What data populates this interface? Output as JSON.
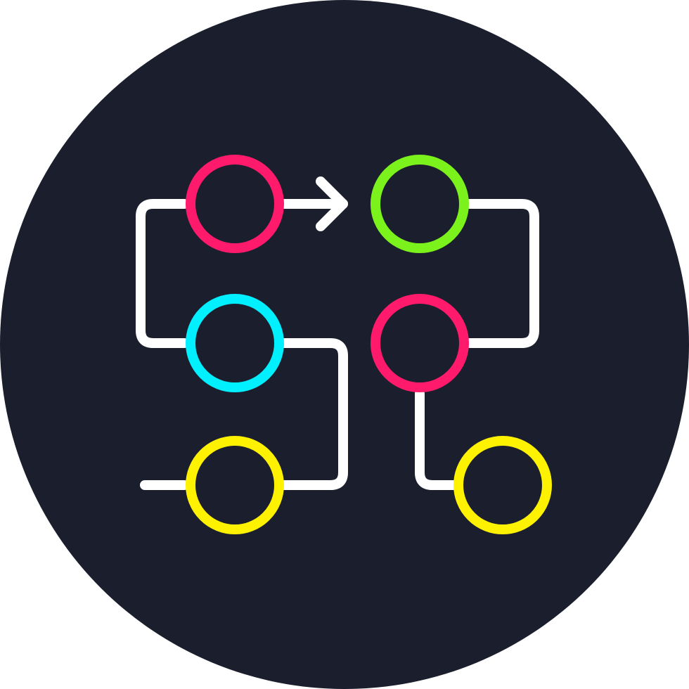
{
  "icon": {
    "name": "workflow-process-icon",
    "colors": {
      "background": "#1b1f2d",
      "connector": "#ffffff",
      "pink": "#ff1a6c",
      "green": "#7cf21c",
      "cyan": "#00f0ff",
      "yellow": "#fff200"
    },
    "nodes": [
      {
        "id": "start-node",
        "color": "pink"
      },
      {
        "id": "target-node",
        "color": "green"
      },
      {
        "id": "cyan-node",
        "color": "cyan"
      },
      {
        "id": "pink-branch-node",
        "color": "pink"
      },
      {
        "id": "yellow-left-node",
        "color": "yellow"
      },
      {
        "id": "yellow-right-node",
        "color": "yellow"
      }
    ]
  }
}
